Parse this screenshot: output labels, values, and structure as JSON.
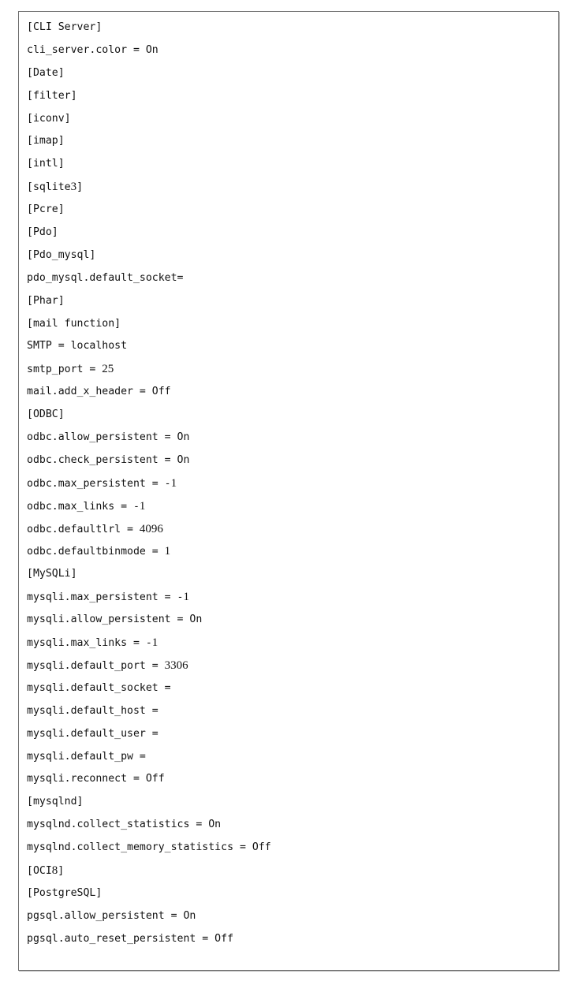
{
  "document": {
    "lines": [
      "[CLI Server]",
      "cli_server.color = On",
      "[Date]",
      "[filter]",
      "[iconv]",
      "[imap]",
      "[intl]",
      "[sqlite3]",
      "[Pcre]",
      "[Pdo]",
      "[Pdo_mysql]",
      "pdo_mysql.default_socket=",
      "[Phar]",
      "[mail function]",
      "SMTP = localhost",
      "smtp_port = 25",
      "mail.add_x_header = Off",
      "[ODBC]",
      "odbc.allow_persistent = On",
      "odbc.check_persistent = On",
      "odbc.max_persistent = -1",
      "odbc.max_links = -1",
      "odbc.defaultlrl = 4096",
      "odbc.defaultbinmode = 1",
      "[MySQLi]",
      "mysqli.max_persistent = -1",
      "mysqli.allow_persistent = On",
      "mysqli.max_links = -1",
      "mysqli.default_port = 3306",
      "mysqli.default_socket =",
      "mysqli.default_host =",
      "mysqli.default_user =",
      "mysqli.default_pw =",
      "mysqli.reconnect = Off",
      "[mysqlnd]",
      "mysqlnd.collect_statistics = On",
      "mysqlnd.collect_memory_statistics = Off",
      "[OCI8]",
      "[PostgreSQL]",
      "pgsql.allow_persistent = On",
      "pgsql.auto_reset_persistent = Off"
    ]
  }
}
